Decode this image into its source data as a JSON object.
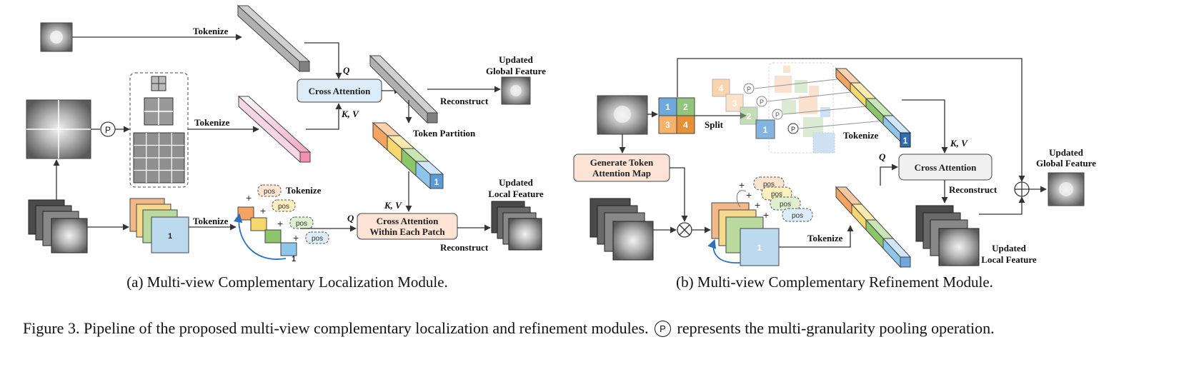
{
  "figure": {
    "label": "Figure 3.",
    "caption_before": "Pipeline of the proposed multi-view complementary localization and refinement modules.",
    "pool_symbol": "P",
    "caption_after": "represents the multi-granularity pooling operation."
  },
  "module_a": {
    "subcaption": "(a) Multi-view Complementary Localization Module.",
    "tokenize": "Tokenize",
    "q": "Q",
    "kv": "K, V",
    "cross_attention": "Cross Attention",
    "reconstruct": "Reconstruct",
    "updated_global_1": "Updated",
    "updated_global_2": "Global Feature",
    "token_partition": "Token Partition",
    "cross_attention_patch_1": "Cross Attention",
    "cross_attention_patch_2": "Within Each Patch",
    "updated_local_1": "Updated",
    "updated_local_2": "Local Feature",
    "pos": "pos",
    "num_one": "1"
  },
  "module_b": {
    "subcaption": "(b) Multi-view Complementary Refinement Module.",
    "split": "Split",
    "tokenize": "Tokenize",
    "q": "Q",
    "kv": "K, V",
    "cross_attention": "Cross Attention",
    "reconstruct": "Reconstruct",
    "generate_1": "Generate Token",
    "generate_2": "Attention Map",
    "updated_global_1": "Updated",
    "updated_global_2": "Global Feature",
    "updated_local_1": "Updated",
    "updated_local_2": "Local Feature",
    "pos": "pos",
    "quad_nums": [
      "1",
      "2",
      "3",
      "4"
    ]
  },
  "colors": {
    "box_blue": "#dcecf8",
    "box_peach": "#fce3d6",
    "box_gray": "#f0f0f0",
    "token_orange": "#f4a460",
    "token_yellow": "#f5d76e",
    "token_green": "#8cc56a",
    "token_blue": "#8ec5ea",
    "token_pink": "#f48fb1",
    "token_gray": "#a8a8a8"
  }
}
